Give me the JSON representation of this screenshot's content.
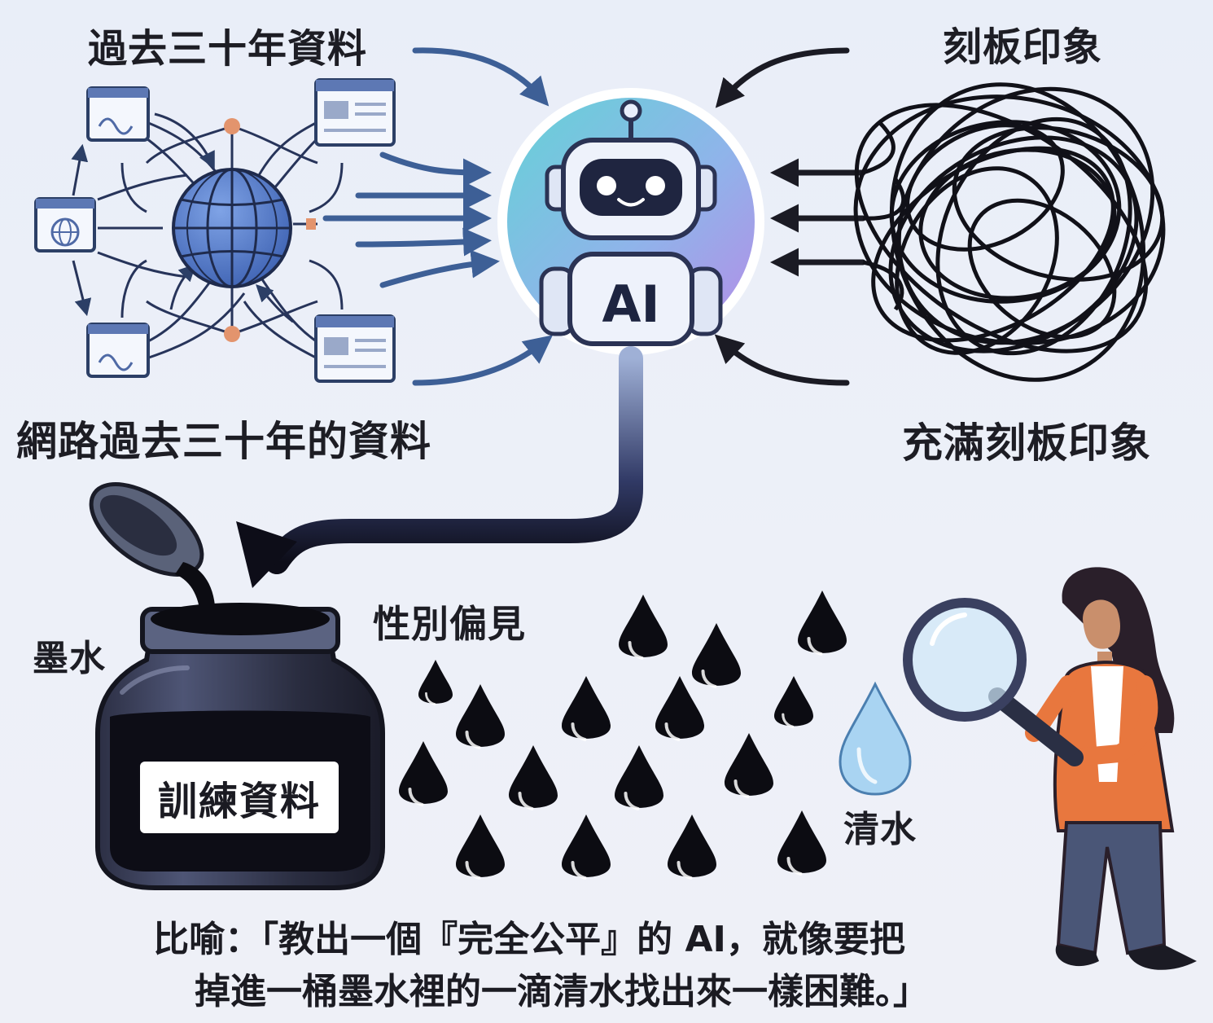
{
  "labels": {
    "past_data": "過去三十年資料",
    "stereotype": "刻板印象",
    "web_data": "網路過去三十年的資料",
    "full_stereotype": "充滿刻板印象",
    "ink": "墨水",
    "gender_bias": "性別偏見",
    "clear_water": "清水",
    "jar_label": "訓練資料",
    "ai_badge": "AI"
  },
  "caption": {
    "line1": "比喻：「教出一個『完全公平』的 AI，就像要把",
    "line2": "掉進一桶墨水裡的一滴清水找出來一樣困難。」"
  },
  "colors": {
    "arrow_blue": "#3d5f96",
    "ink_black": "#0c0c12",
    "globe_blue": "#4f78c4",
    "node_orange": "#e3946d",
    "water_blue": "#a9d4f2",
    "jacket_orange": "#e8773e"
  },
  "icons": {
    "web_pages": "browser-window-icon",
    "globe": "globe-icon",
    "robot": "robot-icon",
    "tangle": "tangled-lines-icon",
    "drops": "ink-drop-icon",
    "water": "water-drop-icon",
    "magnifier": "magnifying-glass-icon"
  }
}
